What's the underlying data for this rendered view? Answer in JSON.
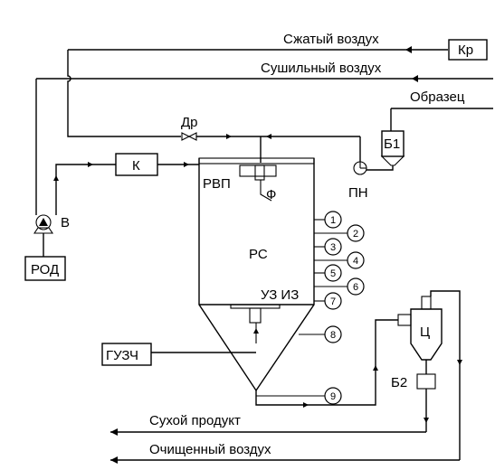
{
  "diagram": {
    "labels": {
      "compressed_air": "Сжатый воздух",
      "drying_air": "Сушильный воздух",
      "sample": "Образец",
      "dry_product": "Сухой продукт",
      "cleaned_air": "Очищенный воздух",
      "compressor": "Кр",
      "throttle": "Др",
      "heater": "К",
      "fan": "В",
      "air_purifier": "РОД",
      "distributor": "РВП",
      "filter": "Ф",
      "hopper_1": "Б1",
      "pump": "ПН",
      "chamber": "РС",
      "ultrasonic": "УЗ ИЗ",
      "generator": "ГУЗЧ",
      "cyclone": "Ц",
      "hopper_2": "Б2"
    },
    "sensors": [
      "1",
      "2",
      "3",
      "4",
      "5",
      "6",
      "7",
      "8",
      "9"
    ]
  }
}
